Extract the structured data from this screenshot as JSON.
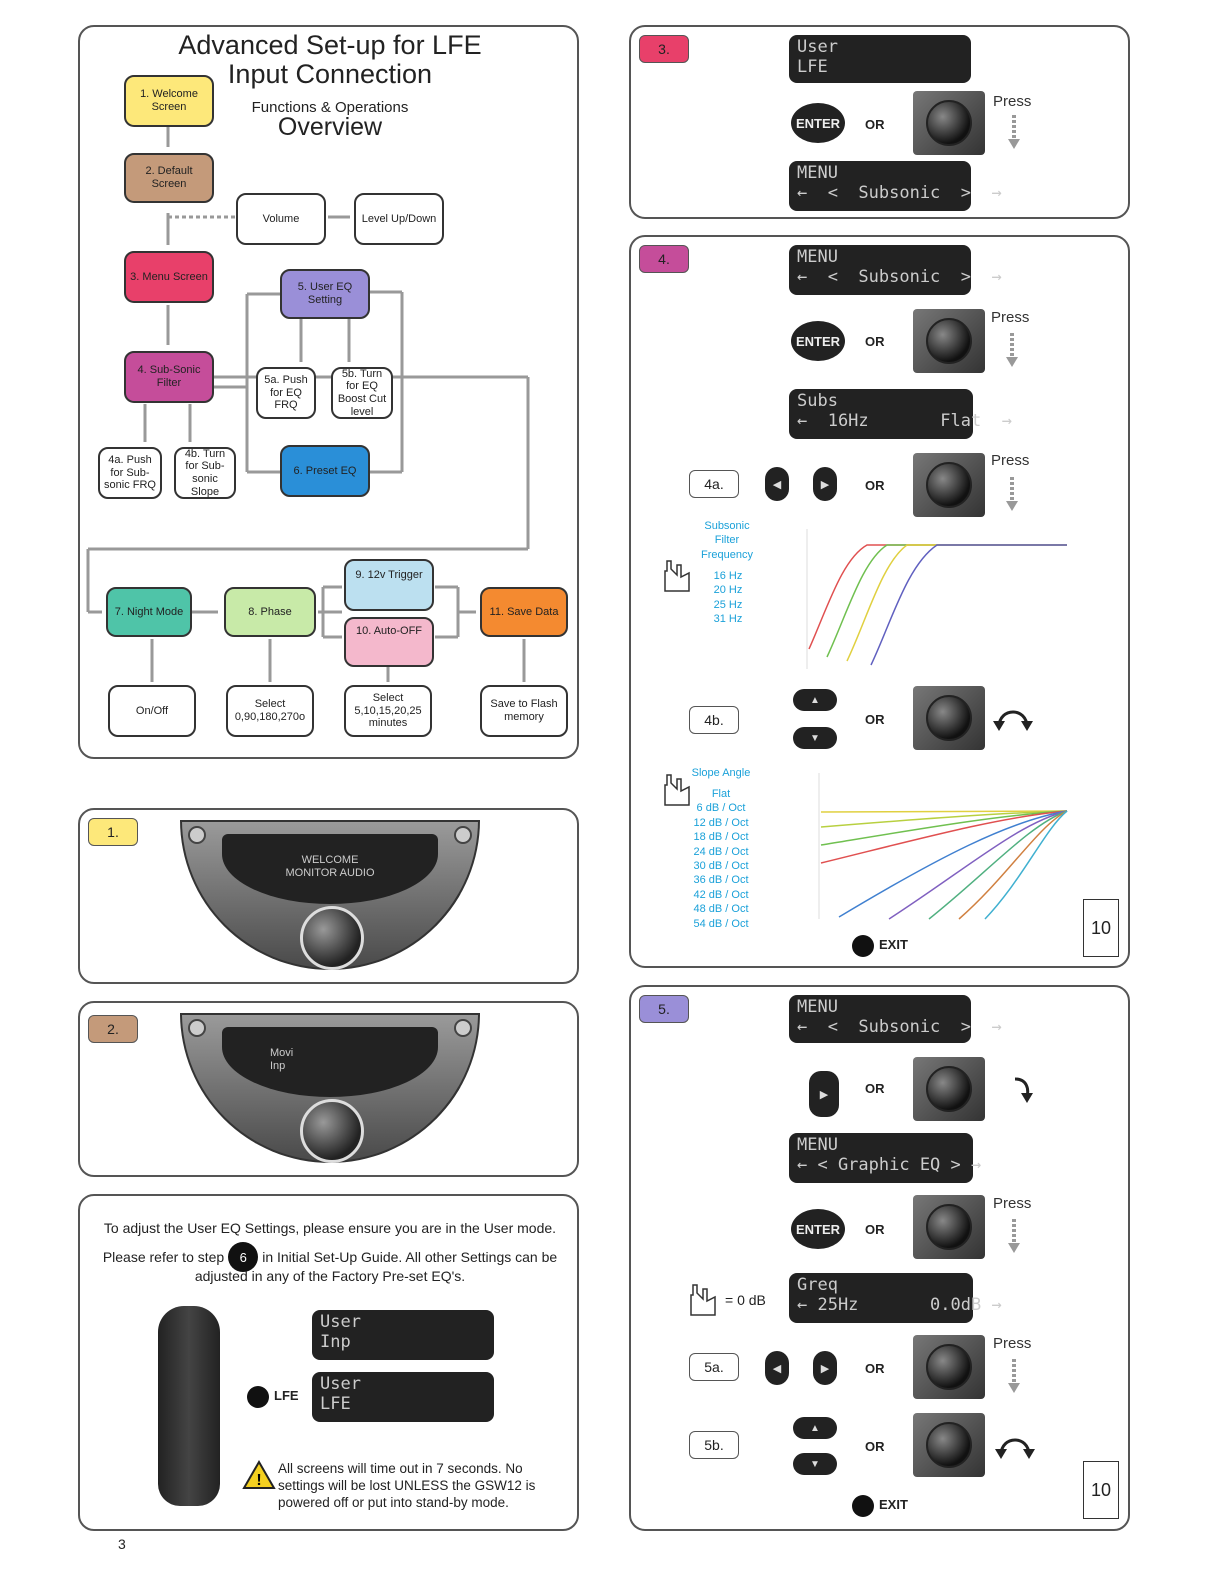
{
  "overview": {
    "title1": "Advanced Set-up for LFE",
    "title2": "Input Connection",
    "subtitle": "Functions & Operations",
    "title3": "Overview",
    "boxes": {
      "b1": "1. Welcome Screen",
      "b2": "2. Default Screen",
      "vol": "Volume",
      "lvl": "Level Up/Down",
      "b3": "3. Menu Screen",
      "b5": "5. User EQ Setting",
      "b4": "4. Sub-Sonic Filter",
      "b5a": "5a. Push for EQ FRQ",
      "b5b": "5b. Turn for EQ Boost Cut level",
      "b4a": "4a. Push for Sub-sonic FRQ",
      "b4b": "4b. Turn for Sub-sonic Slope",
      "b6": "6. Preset EQ",
      "b7": "7. Night Mode",
      "b8": "8. Phase",
      "b9": "9. 12v Trigger",
      "b10": "10. Auto-OFF",
      "b11": "11. Save Data",
      "onoff": "On/Off",
      "sel_phase": "Select 0,90,180,270o",
      "sel_min": "Select 5,10,15,20,25 minutes",
      "save": "Save to Flash memory"
    }
  },
  "step1": {
    "tag": "1.",
    "screen": "WELCOME\nMONITOR AUDIO"
  },
  "step2": {
    "tag": "2.",
    "screen": "Movi\nInp"
  },
  "info": {
    "line1": "To adjust the User EQ Settings, please ensure you are in the User mode.",
    "line2a": "Please refer to step",
    "step": "6",
    "line2b": "in Initial Set-Up Guide. All other Settings can be",
    "line3": "adjusted in any of the Factory Pre-set EQ's.",
    "lcd1": "User\nInp",
    "lcd2": "User\nLFE",
    "lfe": "LFE",
    "warning": "All screens will time out in 7 seconds. No settings will be lost UNLESS the GSW12 is powered off or put into stand-by mode."
  },
  "step3": {
    "tag": "3.",
    "lcd1": "User\nLFE",
    "press": "Press",
    "or": "OR",
    "enter": "ENTER",
    "lcd2": "MENU\n←  <  Subsonic  >  →"
  },
  "step4": {
    "tag": "4.",
    "lcd1": "MENU\n←  <  Subsonic  >  →",
    "press": "Press",
    "or": "OR",
    "enter": "ENTER",
    "lcd2": "Subs\n←  16Hz       Flat  →",
    "tag4a": "4a.",
    "tag4b": "4b.",
    "freq_title": "Subsonic\nFilter\nFrequency",
    "freqs": [
      "16 Hz",
      "20 Hz",
      "25 Hz",
      "31 Hz"
    ],
    "slope_title": "Slope Angle",
    "slopes": [
      "Flat",
      "6 dB / Oct",
      "12 dB / Oct",
      "18 dB / Oct",
      "24 dB / Oct",
      "30 dB / Oct",
      "36 dB / Oct",
      "42 dB / Oct",
      "48 dB / Oct",
      "54 dB / Oct"
    ],
    "exit": "EXIT",
    "page": "10"
  },
  "step5": {
    "tag": "5.",
    "lcd1": "MENU\n←  <  Subsonic  >  →",
    "or": "OR",
    "lcd2": "MENU\n← < Graphic EQ > →",
    "press": "Press",
    "enter": "ENTER",
    "zero": "= 0 dB",
    "lcd3": "Greq\n← 25Hz       0.0dB →",
    "tag5a": "5a.",
    "tag5b": "5b.",
    "exit": "EXIT",
    "page": "10"
  },
  "page_number": "3"
}
